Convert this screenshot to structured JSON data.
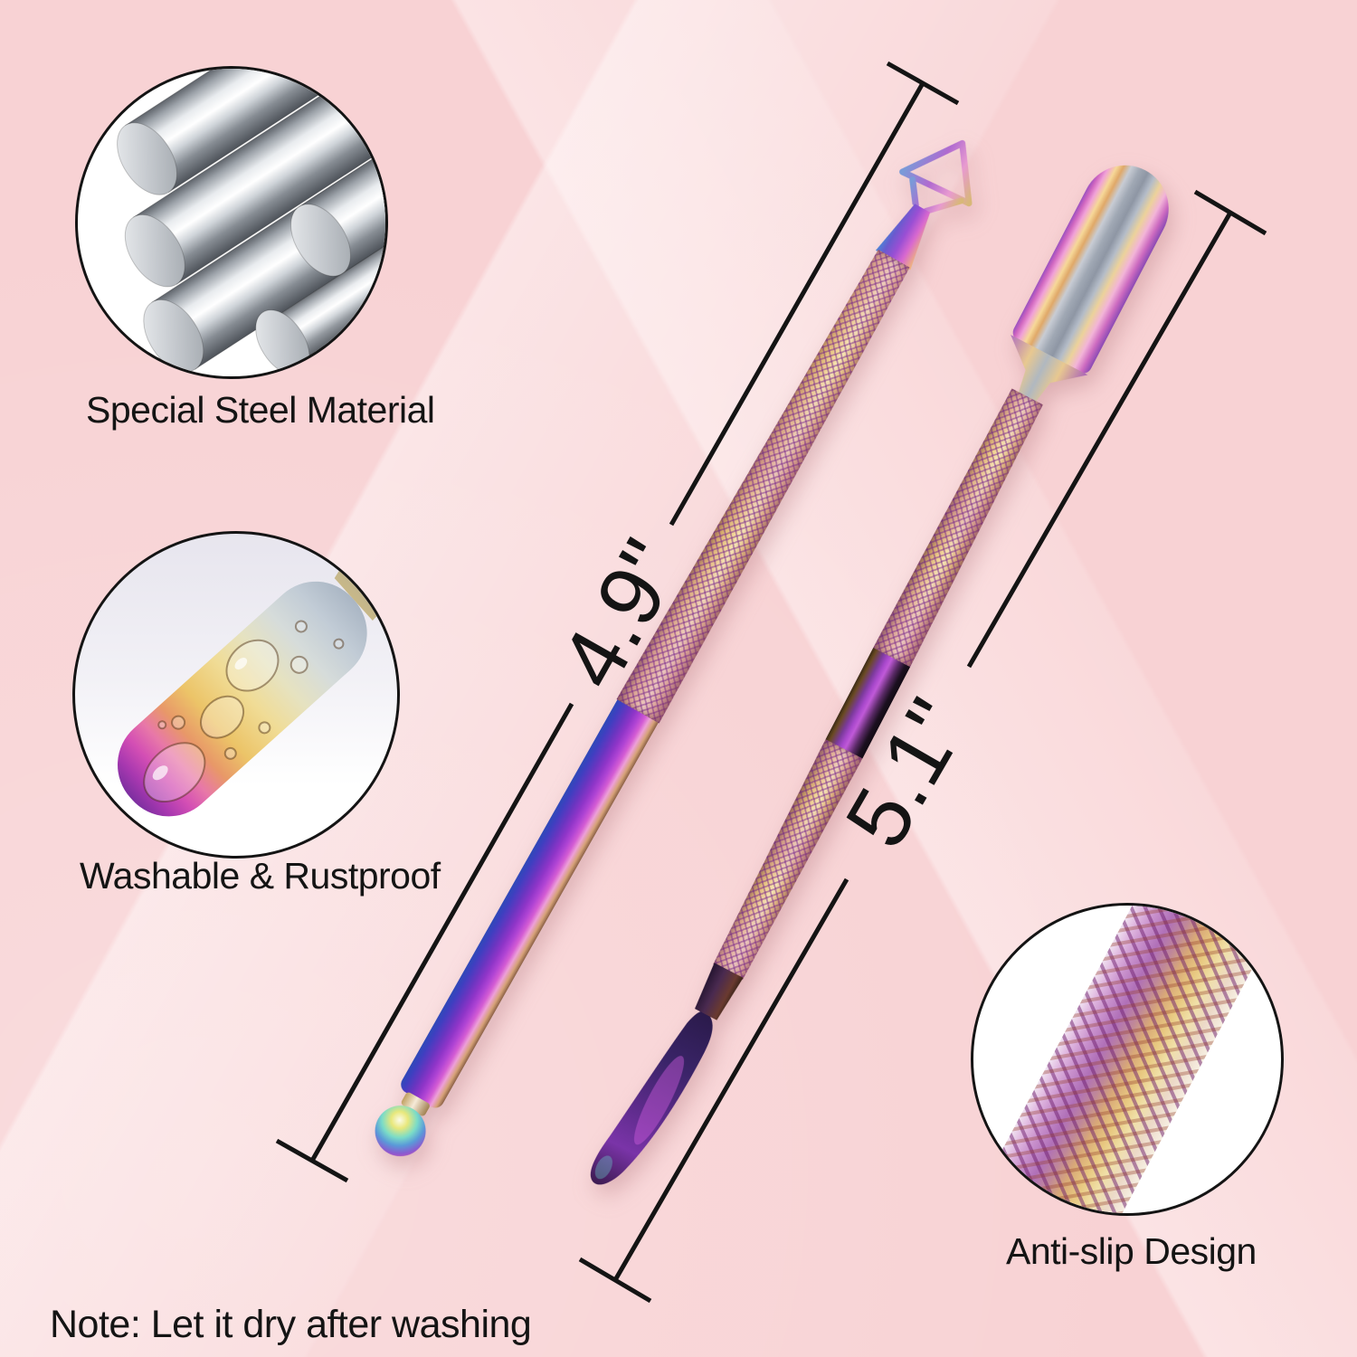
{
  "callouts": {
    "steel": {
      "label": "Special Steel Material"
    },
    "washable": {
      "label": "Washable & Rustproof"
    },
    "antislip": {
      "label": "Anti-slip Design"
    }
  },
  "note": {
    "text": "Note: Let it dry after washing"
  },
  "measurements": {
    "tool1": {
      "length": "4.9\""
    },
    "tool2": {
      "length": "5.1\""
    }
  },
  "colors": {
    "background_pink": "#f8d2d4",
    "text": "#141414",
    "dimension_line": "#141414",
    "knurl_gold": "#f2d696",
    "handle_purple": "#8f35c8"
  }
}
